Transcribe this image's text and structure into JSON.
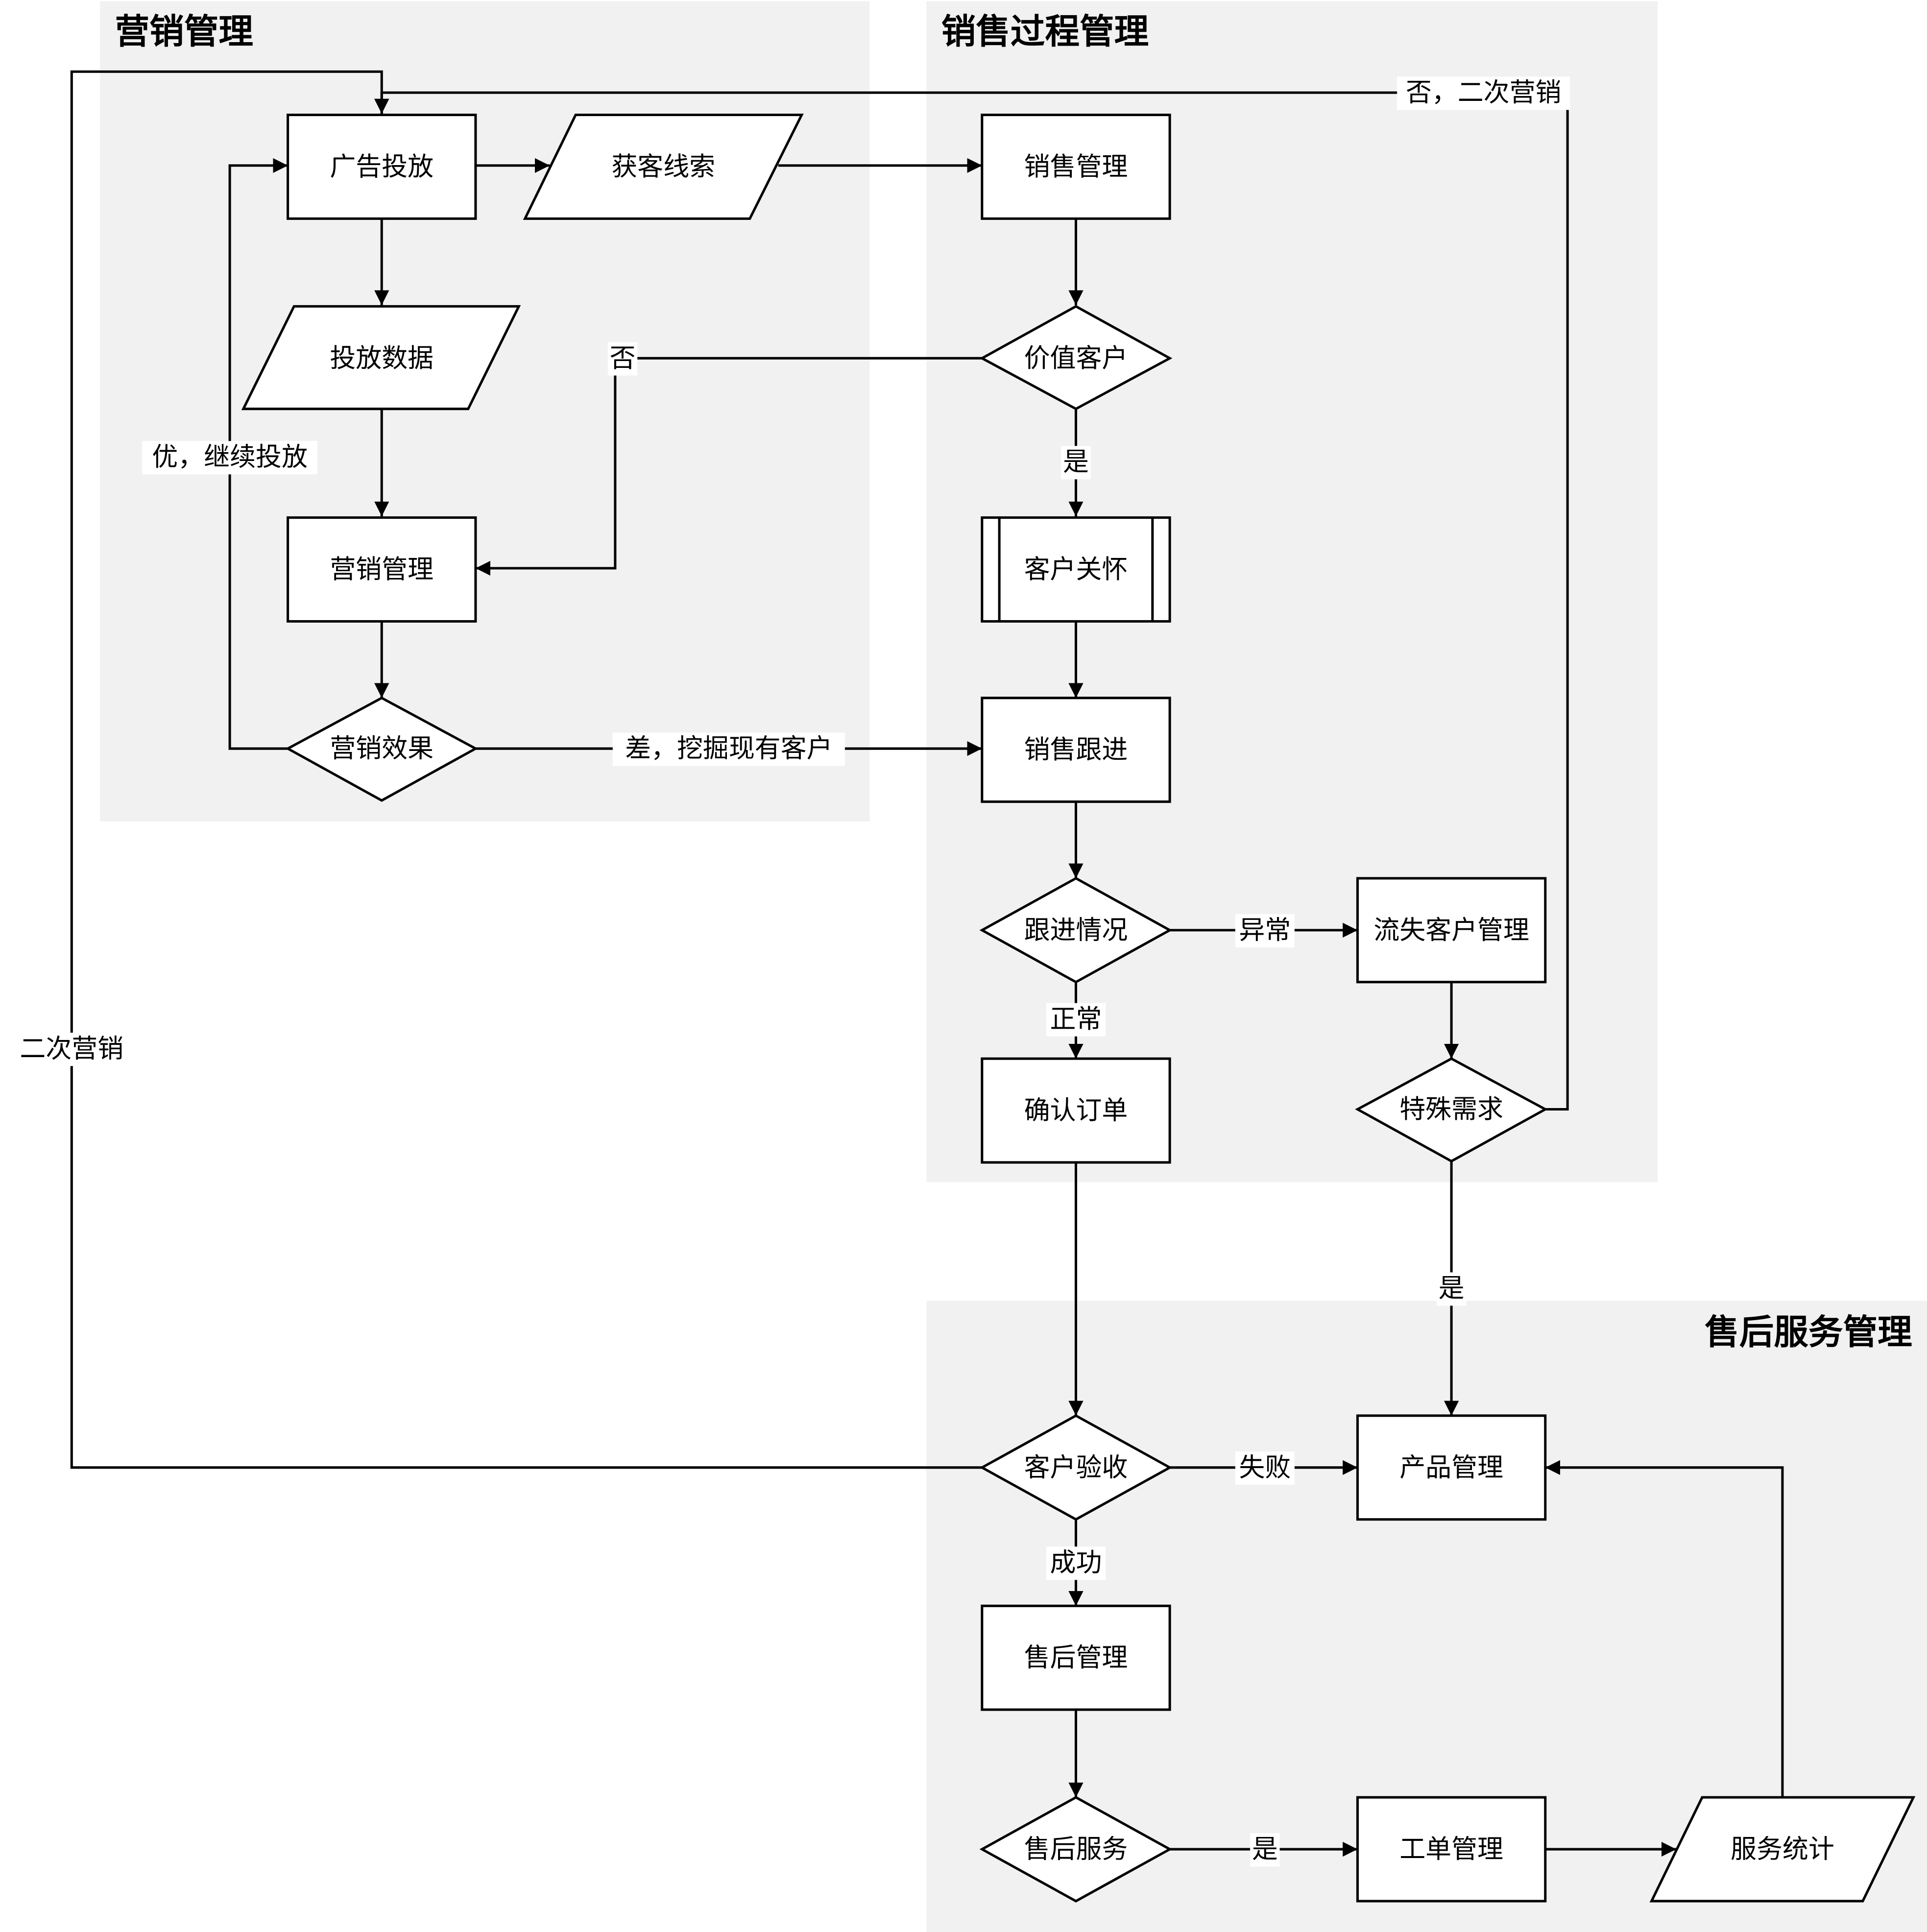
{
  "lanes": {
    "marketing": "营销管理",
    "sales": "销售过程管理",
    "aftersales": "售后服务管理"
  },
  "nodes": {
    "ad_placement": "广告投放",
    "leads": "获客线索",
    "sales_mgmt": "销售管理",
    "placement_data": "投放数据",
    "value_customer": "价值客户",
    "marketing_mgmt": "营销管理",
    "customer_care": "客户关怀",
    "marketing_effect": "营销效果",
    "sales_followup": "销售跟进",
    "followup_status": "跟进情况",
    "churn_mgmt": "流失客户管理",
    "confirm_order": "确认订单",
    "special_needs": "特殊需求",
    "customer_acceptance": "客户验收",
    "product_mgmt": "产品管理",
    "aftersales_mgmt": "售后管理",
    "aftersales_service": "售后服务",
    "ticket_mgmt": "工单管理",
    "service_stats": "服务统计"
  },
  "edge_labels": {
    "no_remarket": "否，二次营销",
    "no": "否",
    "good_continue": "优，继续投放",
    "yes_value": "是",
    "poor_mine": "差，挖掘现有客户",
    "abnormal": "异常",
    "normal": "正常",
    "remarket": "二次营销",
    "yes_special": "是",
    "fail": "失败",
    "success": "成功",
    "yes_service": "是"
  }
}
